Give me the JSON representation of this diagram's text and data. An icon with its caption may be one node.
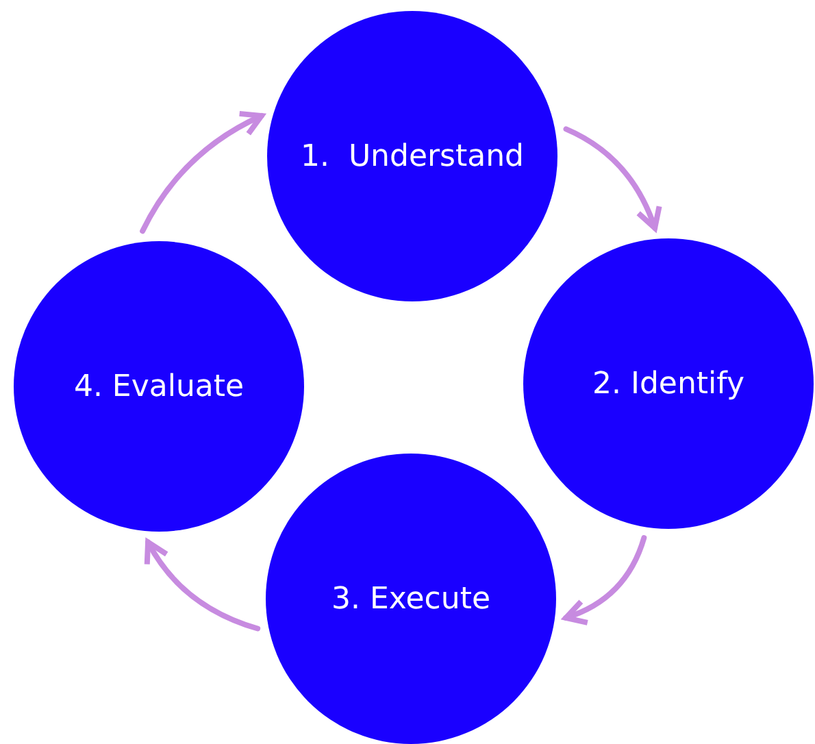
{
  "diagram": {
    "nodes": [
      {
        "text": [
          "1.  Understand"
        ]
      },
      {
        "text": [
          "2. Identify"
        ]
      },
      {
        "text": [
          "3. Execute"
        ]
      },
      {
        "text": [
          "4. Evaluate"
        ]
      }
    ],
    "edges": [
      {
        "from": 0,
        "to": 1,
        "arrow": "to"
      },
      {
        "from": 1,
        "to": 2,
        "arrow": "to"
      },
      {
        "from": 2,
        "to": 3,
        "arrow": "to"
      },
      {
        "from": 3,
        "to": 0,
        "arrow": "to"
      }
    ]
  }
}
